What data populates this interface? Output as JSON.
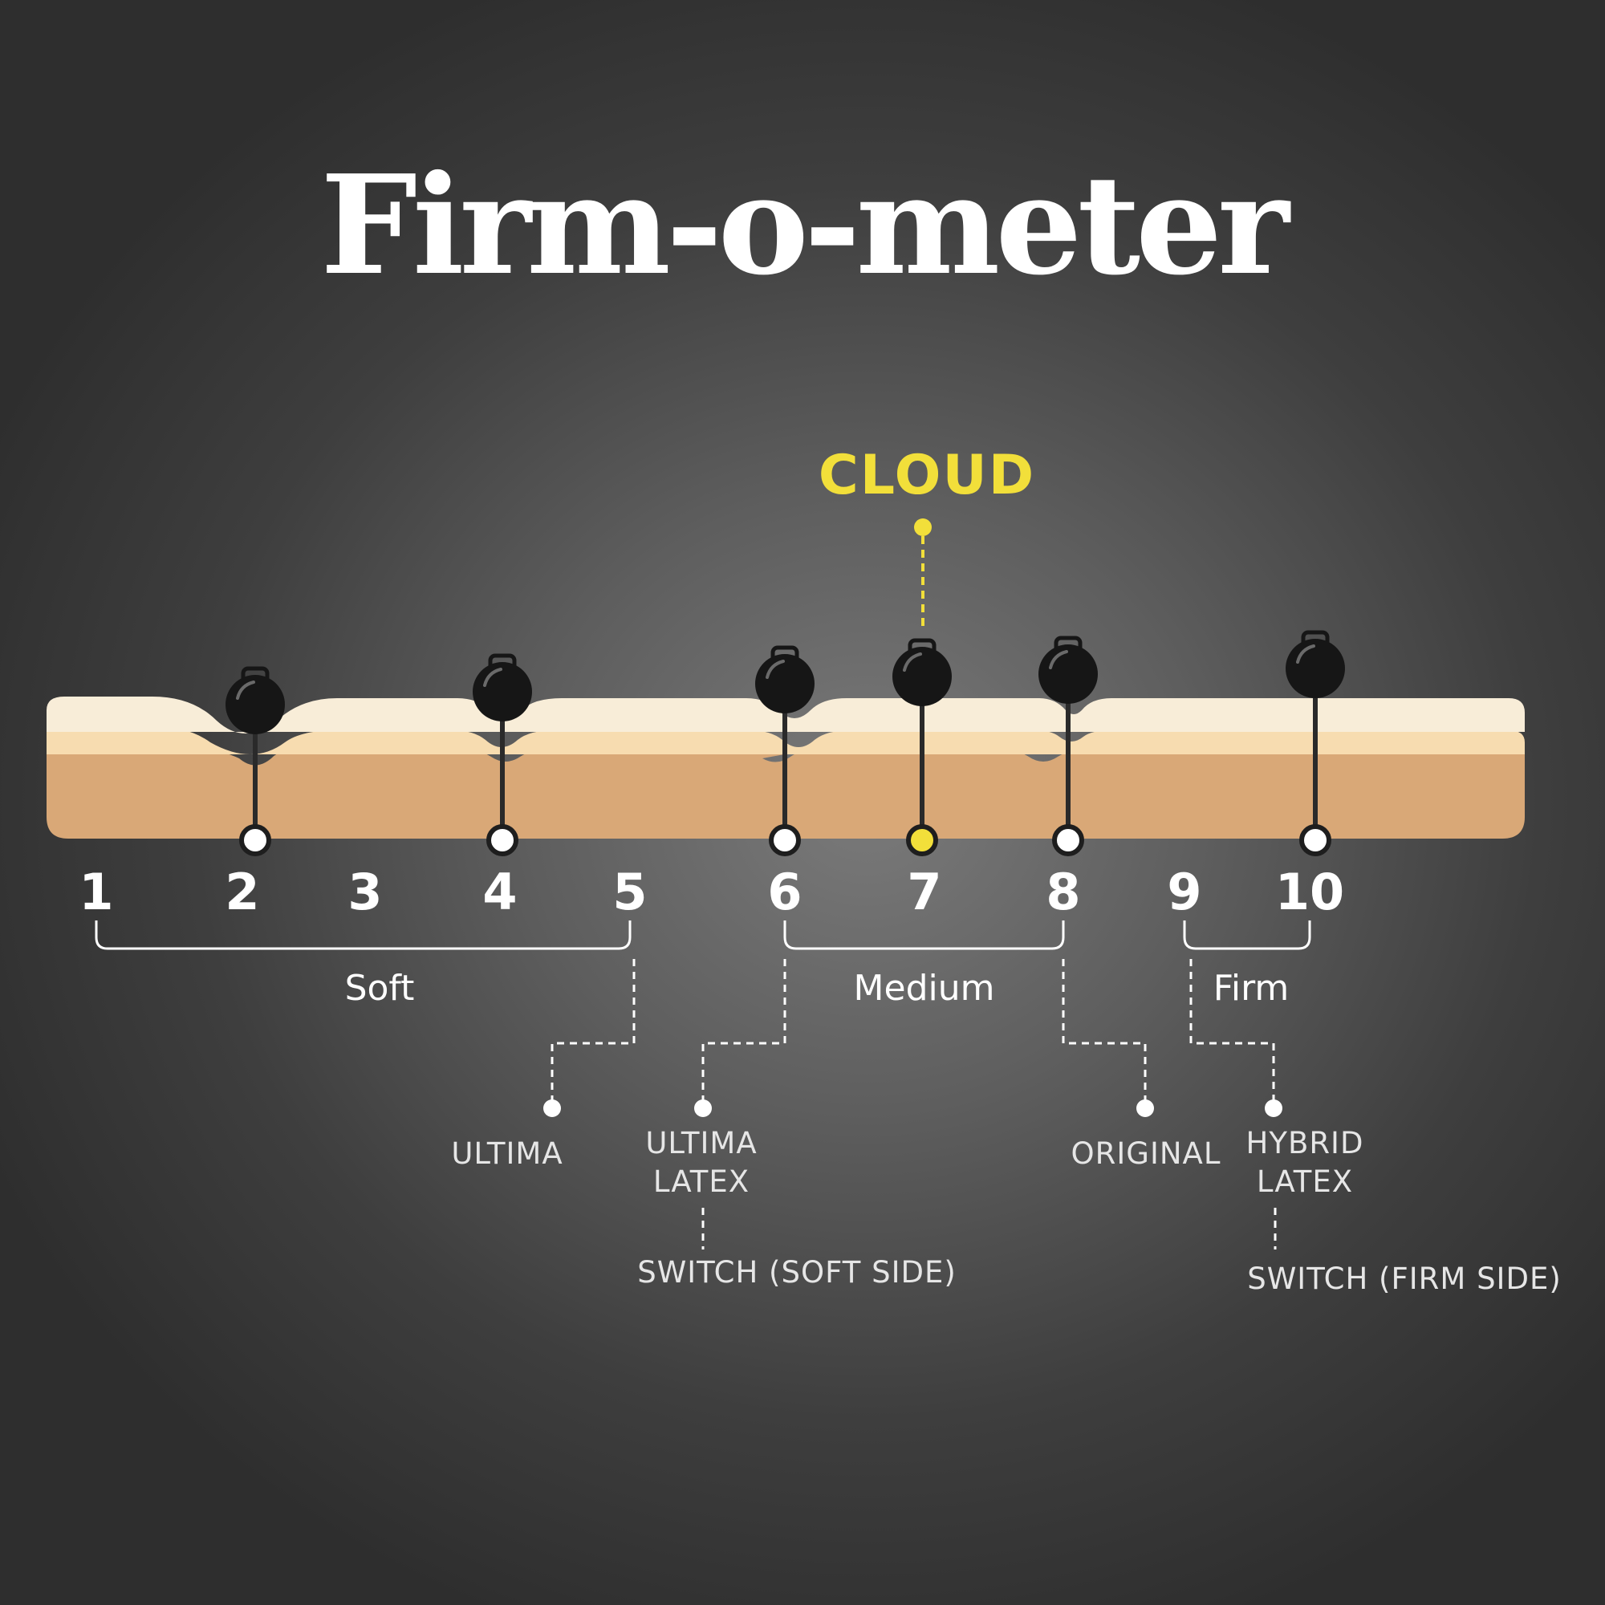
{
  "title": "Firm-o-meter",
  "featured": {
    "label": "CLOUD",
    "position": 7
  },
  "scale": [
    "1",
    "2",
    "3",
    "4",
    "5",
    "6",
    "7",
    "8",
    "9",
    "10"
  ],
  "ranges": [
    {
      "label": "Soft",
      "from": 1,
      "to": 5,
      "highlight": false
    },
    {
      "label": "Medium",
      "from": 6,
      "to": 8,
      "highlight": true
    },
    {
      "label": "Firm",
      "from": 9,
      "to": 10,
      "highlight": false
    }
  ],
  "weights": [
    2,
    4,
    6,
    7,
    8,
    10
  ],
  "products": [
    {
      "line1": "ULTIMA",
      "line2": ""
    },
    {
      "line1": "ULTIMA",
      "line2": "LATEX"
    },
    {
      "line1": "SWITCH (SOFT SIDE)",
      "line2": ""
    },
    {
      "line1": "ORIGINAL",
      "line2": ""
    },
    {
      "line1": "HYBRID",
      "line2": "LATEX"
    },
    {
      "line1": "SWITCH (FIRM SIDE)",
      "line2": ""
    }
  ],
  "colors": {
    "accent": "#f2df3a",
    "cream": "#f8edd8",
    "middle": "#f7dcb0",
    "base": "#d9a877",
    "weight": "#161616",
    "stem": "#2a2a2a"
  }
}
